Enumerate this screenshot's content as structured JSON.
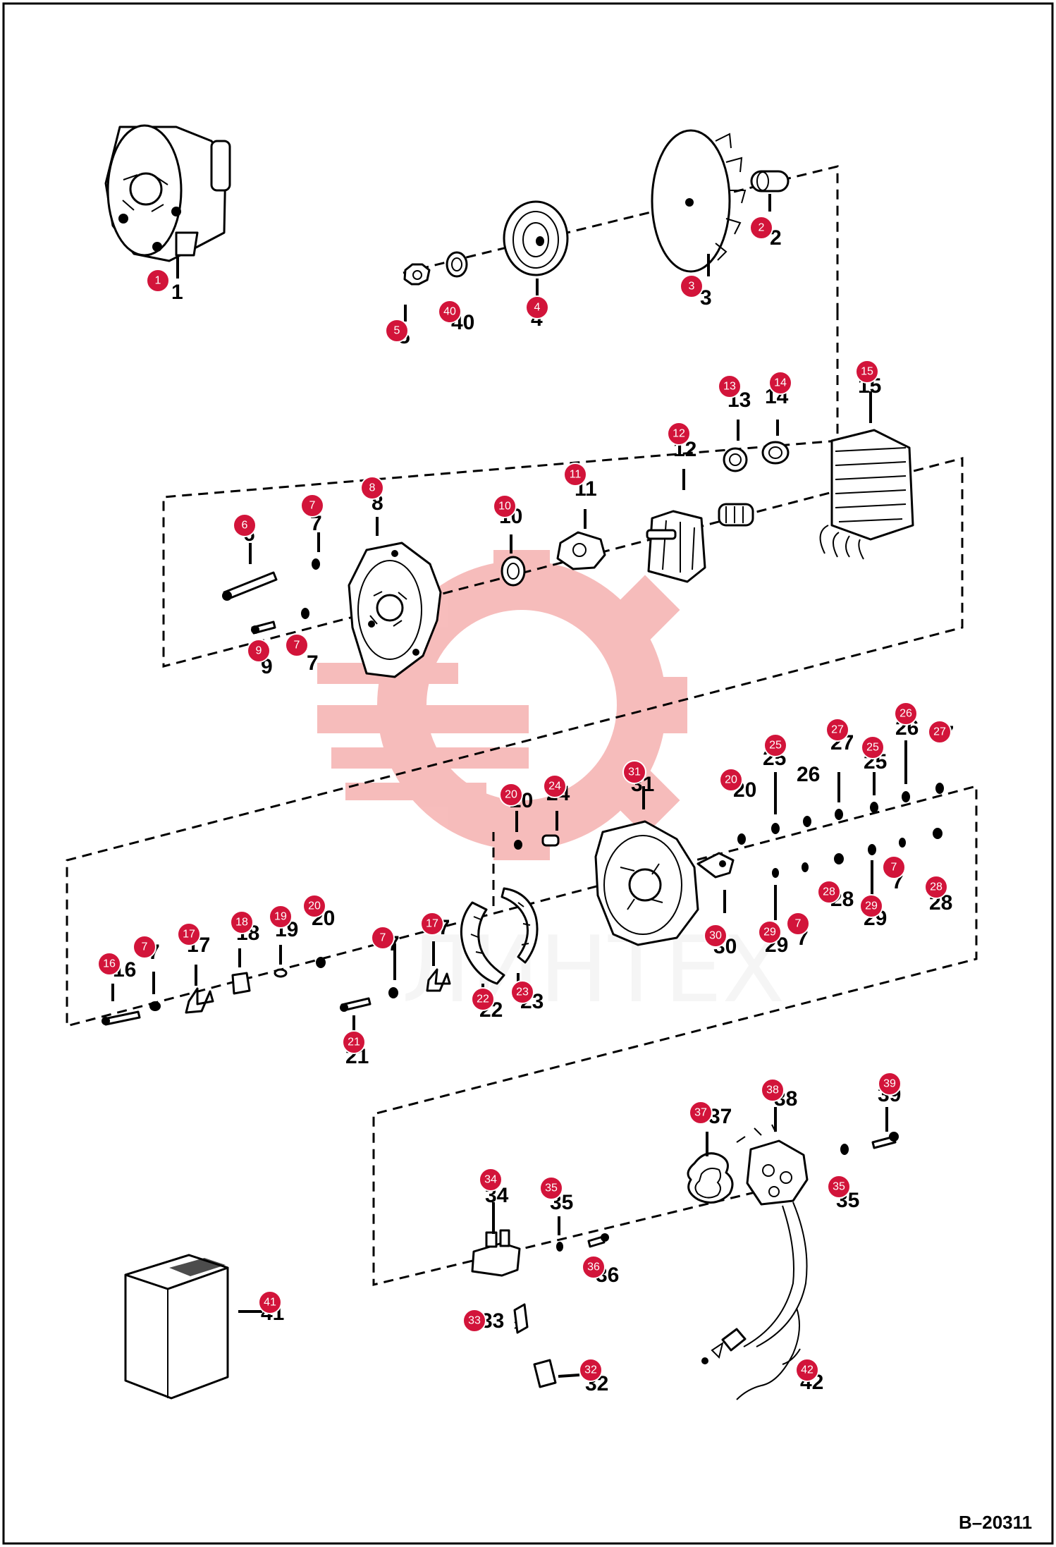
{
  "figure_ref": "B–20311",
  "watermark": {
    "text": "ЛИНТЕХ",
    "logo_icon": "gear-wrench-logo",
    "color": "#e8423f"
  },
  "callout_color": "#d2143a",
  "labels": {
    "c1": "1",
    "c2": "2",
    "c3": "3",
    "c4": "4",
    "c5": "5",
    "c40": "40",
    "c6": "6",
    "c7a": "7",
    "c8": "8",
    "c9": "9",
    "c7b": "7",
    "c10": "10",
    "c11": "11",
    "c12": "12",
    "c13": "13",
    "c14": "14",
    "c15": "15",
    "c16": "16",
    "c7c": "7",
    "c17a": "17",
    "c18": "18",
    "c19": "19",
    "c20a": "20",
    "c7d": "7",
    "c17b": "17",
    "c21": "21",
    "c22": "22",
    "c23": "23",
    "c20b": "20",
    "c24": "24",
    "c31": "31",
    "c20c": "20",
    "c25a": "25",
    "c27a": "27",
    "c25b": "25",
    "c26": "26",
    "c27b": "27",
    "c7e": "7",
    "c28a": "28",
    "c28b": "28",
    "c29a": "29",
    "c29b": "29",
    "c30": "30",
    "c7f": "7",
    "c34": "34",
    "c35a": "35",
    "c36": "36",
    "c33": "33",
    "c32": "32",
    "c37": "37",
    "c38": "38",
    "c39": "39",
    "c35b": "35",
    "c41": "41",
    "c42": "42"
  },
  "printed": {
    "n1": "1",
    "n2": "2",
    "n3": "3",
    "n4": "4",
    "n5": "5",
    "n40": "40",
    "n6": "6",
    "n7a": "7",
    "n8": "8",
    "n9": "9",
    "n7b": "7",
    "n10": "10",
    "n11": "11",
    "n12": "12",
    "n13": "13",
    "n14": "14",
    "n15": "15",
    "n16": "16",
    "n7c": "7",
    "n17a": "17",
    "n18": "18",
    "n19": "19",
    "n20a": "20",
    "n7d": "7",
    "n17b": "17",
    "n21": "21",
    "n22": "22",
    "n23": "23",
    "n20b": "20",
    "n24": "24",
    "n31": "31",
    "n20c": "20",
    "n25a": "25",
    "n26": "26",
    "n27a": "27",
    "n25b": "25",
    "n26b": "26",
    "n27b": "27",
    "n7e": "7",
    "n28a": "28",
    "n28b": "28",
    "n29a": "29",
    "n29b": "29",
    "n30": "30",
    "n7f": "7",
    "n34": "34",
    "n35a": "35",
    "n36": "36",
    "n33": "33",
    "n32": "32",
    "n37": "37",
    "n38": "38",
    "n39": "39",
    "n35b": "35",
    "n41": "41",
    "n42": "42"
  }
}
